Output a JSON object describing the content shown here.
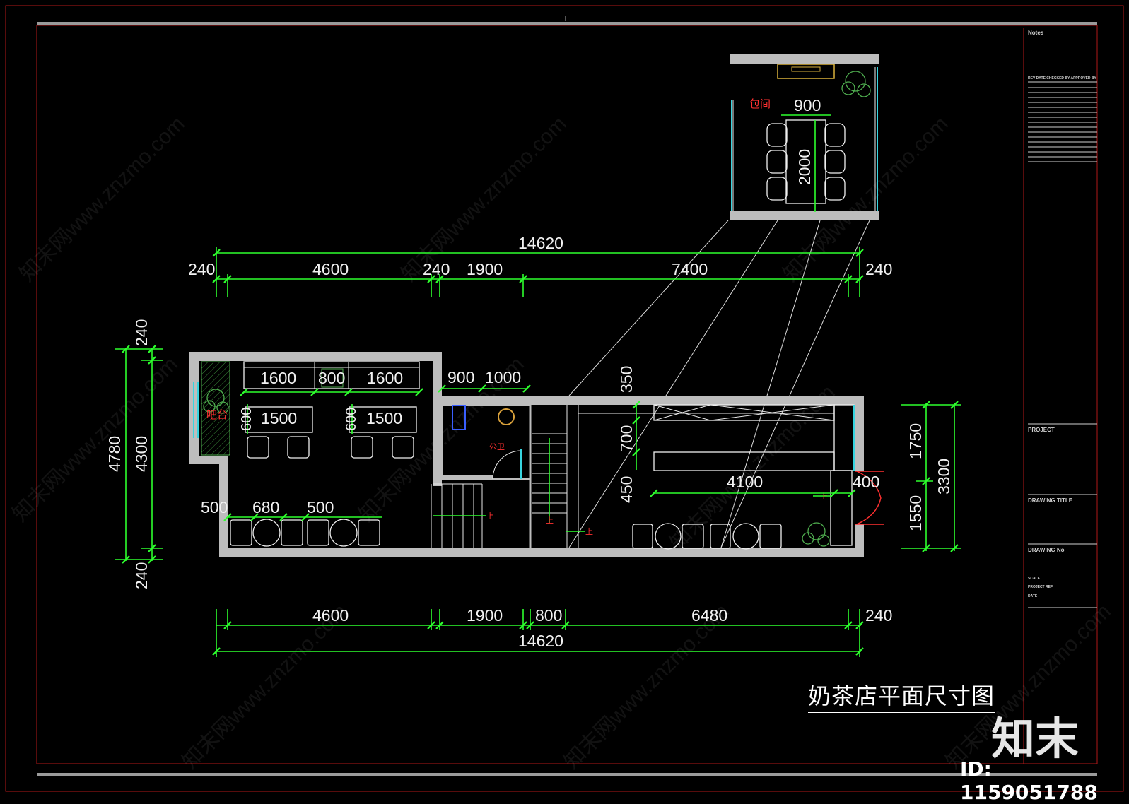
{
  "drawing_title": "奶茶店平面尺寸图",
  "watermark": {
    "logo": "知末",
    "id_label": "ID: 1159051788",
    "site": "知末网www.znzmo.com"
  },
  "title_block": {
    "notes": "Notes",
    "rev_header": "REV   DATE      CHECKED BY   APPROVED BY",
    "project": "PROJECT",
    "drawing_title_label": "DRAWING  TITLE",
    "drawing_no": "DRAWING No",
    "scale": "SCALE",
    "project_ref": "PROJECT REF",
    "date": "DATE"
  },
  "room_labels": {
    "private_room": "包间",
    "restroom": "公卫",
    "bar": "吧台",
    "up_1": "上",
    "up_2": "上",
    "up_3": "上",
    "up_4": "上"
  },
  "dimensions": {
    "top_total": "14620",
    "top_240_left": "240",
    "top_4600": "4600",
    "top_240_mid": "240",
    "top_1900": "1900",
    "top_7400": "7400",
    "top_240_right": "240",
    "bottom_4600": "4600",
    "bottom_1900": "1900",
    "bottom_800": "800",
    "bottom_6480": "6480",
    "bottom_240": "240",
    "bottom_total": "14620",
    "left_4780": "4780",
    "left_4300": "4300",
    "left_240_top": "240",
    "left_240_bottom": "240",
    "right_3300": "3300",
    "right_1750": "1750",
    "right_1550": "1550",
    "in_1600_a": "1600",
    "in_800": "800",
    "in_1600_b": "1600",
    "in_1500_a": "1500",
    "in_1500_b": "1500",
    "in_600_a": "600",
    "in_600_b": "600",
    "in_500_a": "500",
    "in_680": "680",
    "in_500_b": "500",
    "in_900": "900",
    "in_1000": "1000",
    "in_350": "350",
    "in_700": "700",
    "in_450": "450",
    "in_4100": "4100",
    "in_400": "400",
    "room_900": "900",
    "room_2000": "2000"
  },
  "colors": {
    "dimension": "#2dff2d",
    "wall": "#bdbdbd",
    "window": "#37d5e0",
    "label_red": "#ff3030",
    "frame_red": "#b01818"
  }
}
